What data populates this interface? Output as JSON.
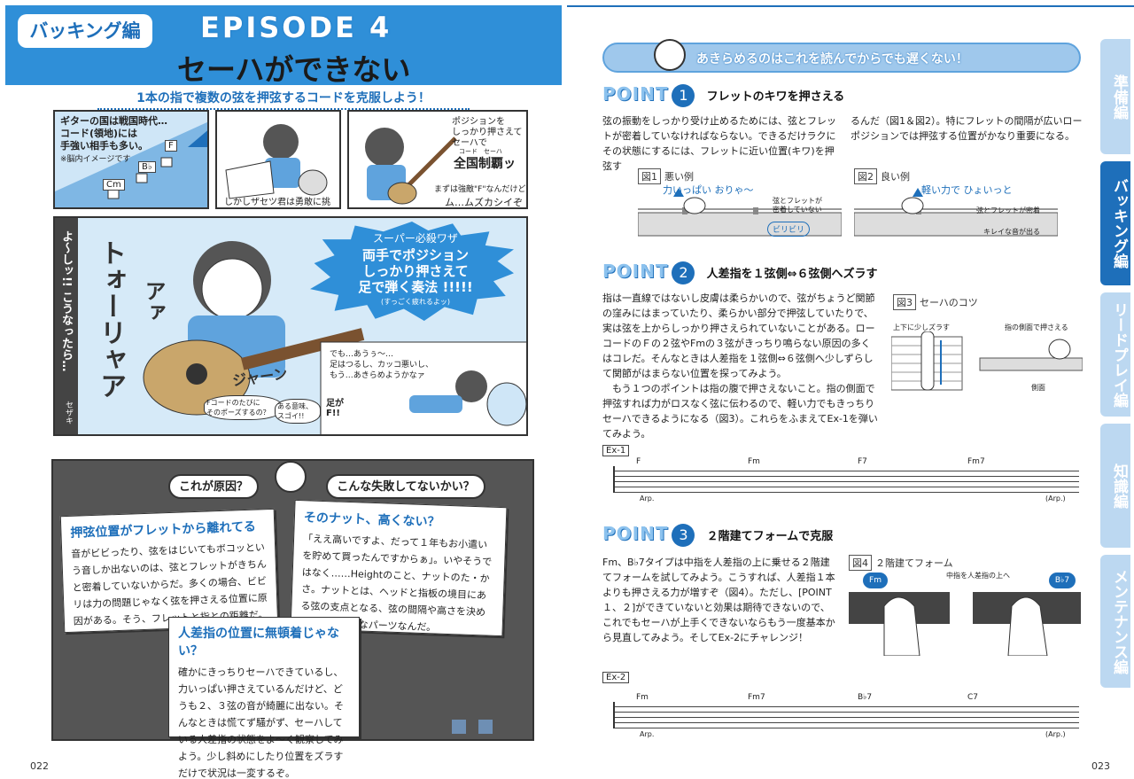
{
  "left": {
    "section_tag": "バッキング編",
    "episode": "EPISODE 4",
    "title": "セーハができない",
    "subtitle": "1本の指で複数の弦を押弦するコードを克服しよう！",
    "panel1": {
      "text": "ギターの国は戦国時代…\nコード(領地)には\n手強い相手も多い。",
      "small": "※脳内イメージです",
      "chords": [
        "F",
        "B♭",
        "Cm"
      ]
    },
    "panel2": {
      "caption": "しかしザセツ君は勇敢に挑む！"
    },
    "panel3": {
      "thought": "ポジションを\nしっかり押さえて\nセーハで",
      "ruby": "コード　セーハ",
      "big": "全国制覇ッ",
      "caption1": "まずは強敵\"F\"なんだけど",
      "caption2": "ム…ムズカシイぞ"
    },
    "panel4": {
      "side_text": "よ〜しッ!! こうなったら…",
      "signature": "セザキ",
      "sfx1": "トォーリャア",
      "sfx2": "アァ",
      "sfx3": "ジャーン",
      "label": "スーパー必殺ワザ",
      "burst": "両手でポジション\nしっかり押さえて\n足で弾く奏法 !!!!!",
      "small": "(すっごく疲れるよッ)",
      "b1": "Fコードのたびに\nそのポーズするの？",
      "b2": "ある意味、\nスゴイ!!",
      "thought": "でも…あうぅ〜…\n足はつるし、カッコ悪いし、\nもう…あきらめようかなァ",
      "foot": "足が\nF!!"
    },
    "lower": {
      "pill_left": "これが原因？",
      "pill_right": "こんな失敗してないかい？",
      "notes": [
        {
          "title": "押弦位置がフレットから離れてる",
          "body": "音がビビったり、弦をはじいてもボコッという音しか出ないのは、弦とフレットがきちんと密着していないからだ。多くの場合、ビビリは力の問題じゃなく弦を押さえる位置に原因がある。そう、フレットと指との距離だ。"
        },
        {
          "title": "そのナット、高くない？",
          "body": "「ええ高いですよ、だって１年もお小遣いを貯めて買ったんですからぁ」。いやそうではなく……Heightのこと、ナットのた・かさ。ナットとは、ヘッドと指板の境目にある弦の支点となる、弦の間隔や高さを決めたりする重要なパーツなんだ。"
        },
        {
          "title": "人差指の位置に無頓着じゃない？",
          "body": "確かにきっちりセーハできているし、力いっぱい押さえているんだけど、どうも２、３弦の音が綺麗に出ない。そんなときは慌てず騒がず、セーハしている人差指の状態をよ〜く観察してみよう。少し斜めにしたり位置をズラすだけで状況は一変するぞ。"
        }
      ]
    },
    "page_number": "022"
  },
  "right": {
    "banner": "あきらめるのはこれを読んでからでも遅くない！",
    "points": [
      {
        "label": "POINT",
        "num": "1",
        "heading": "フレットのキワを押さえる",
        "body_left": "弦の振動をしっかり受け止めるためには、弦とフレットが密着していなければならない。できるだけラクにその状態にするには、フレットに近い位置(キワ)を押弦す",
        "body_right": "るんだ（図1＆図2）。特にフレットの間隔が広いローポジションでは押弦する位置がかなり重要になる。"
      },
      {
        "label": "POINT",
        "num": "2",
        "heading": "人差指を１弦側⇔６弦側へズラす",
        "body": "指は一直線ではないし皮膚は柔らかいので、弦がちょうど関節の窪みにはまっていたり、柔らかい部分で押弦していたりで、実は弦を上からしっかり押さえられていないことがある。ローコードのＦの２弦やFmの３弦がきっちり鳴らない原因の多くはコレだ。そんなときは人差指を１弦側⇔６弦側へ少しずらして関節がはまらない位置を探ってみよう。\n　もう１つのポイントは指の腹で押さえないこと。指の側面で押弦すれば力がロスなく弦に伝わるので、軽い力でもきっちりセーハできるようになる（図3）。これらをふまえてEx-1を弾いてみよう。"
      },
      {
        "label": "POINT",
        "num": "3",
        "heading": "２階建てフォームで克服",
        "body": "Fm、B♭7タイプは中指を人差指の上に乗せる２階建てフォームを試してみよう。こうすれば、人差指１本よりも押さえる力が増すぞ（図4）。ただし、[POINT１、２]ができていないと効果は期待できないので、これでもセーハが上手くできないならもう一度基本から見直してみよう。そしてEx-2にチャレンジ！"
      }
    ],
    "fig1": {
      "label": "図1",
      "caption": "悪い例",
      "hand": "力いっぱい おりゃ〜",
      "note": "弦とフレットが\n密着していない",
      "sfx": "ビリビリ"
    },
    "fig2": {
      "label": "図2",
      "caption": "良い例",
      "hand": "軽い力で ひょいっと",
      "note": "弦とフレットが密着",
      "note2": "キレイな音が出る"
    },
    "fig3": {
      "label": "図3",
      "caption": "セーハのコツ",
      "note1": "上下に少しズラす",
      "note2": "指の側面で押さえる",
      "note3": "側面"
    },
    "fig4": {
      "label": "図4",
      "caption": "２階建てフォーム",
      "note": "中指を人差指の上へ",
      "chord1": "Fm",
      "chord2": "B♭7"
    },
    "ex1": {
      "label": "Ex-1",
      "chords": [
        "F",
        "Fm",
        "F7",
        "Fm7"
      ],
      "arp1": "Arp.",
      "arp2": "(Arp.)"
    },
    "ex2": {
      "label": "Ex-2",
      "chords": [
        "Fm",
        "Fm7",
        "B♭7",
        "C7"
      ],
      "arp1": "Arp.",
      "arp2": "(Arp.)"
    },
    "tabs": [
      {
        "label": "準備編",
        "active": false
      },
      {
        "label": "バッキング編",
        "active": true
      },
      {
        "label": "リードプレイ編",
        "active": false
      },
      {
        "label": "知識編",
        "active": false
      },
      {
        "label": "メンテナンス編",
        "active": false
      }
    ],
    "page_number": "023"
  },
  "colors": {
    "brand_blue": "#2f8fd8",
    "deep_blue": "#1e6fba",
    "light_blue": "#9fc8ec",
    "dark_box": "#555555"
  }
}
